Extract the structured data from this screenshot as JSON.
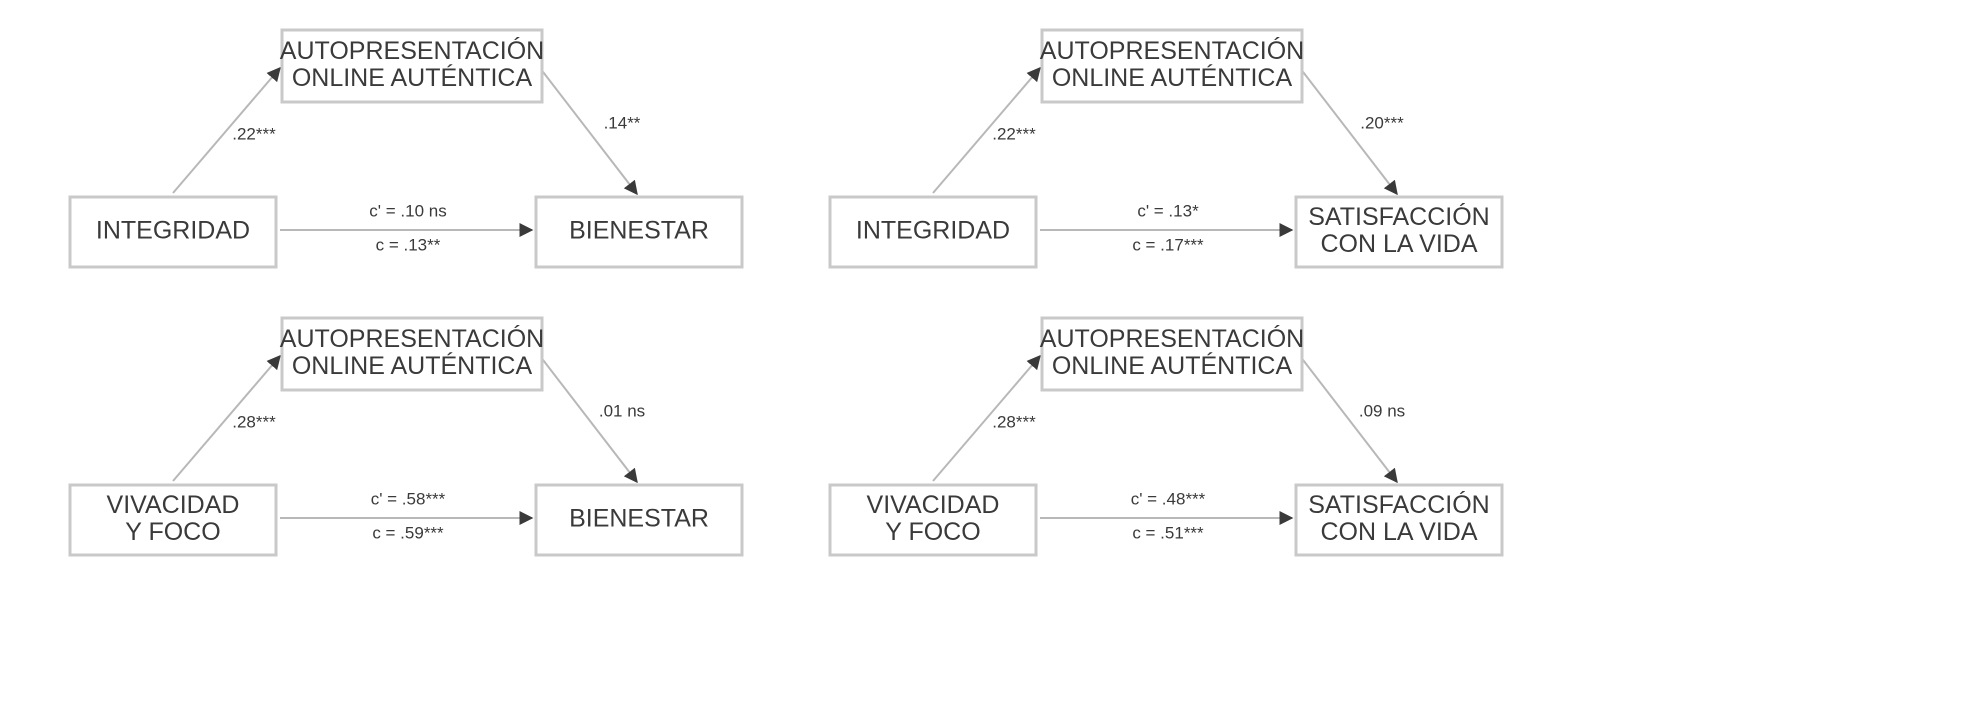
{
  "diagrams": [
    {
      "mediator": [
        "AUTOPRESENTACIÓN",
        "ONLINE AUTÉNTICA"
      ],
      "predictor": [
        "INTEGRIDAD"
      ],
      "outcome": [
        "BIENESTAR"
      ],
      "a_path": ".22***",
      "b_path": ".14**",
      "c_prime": "c' = .10 ns",
      "c_total": "c = .13**"
    },
    {
      "mediator": [
        "AUTOPRESENTACIÓN",
        "ONLINE AUTÉNTICA"
      ],
      "predictor": [
        "INTEGRIDAD"
      ],
      "outcome": [
        "SATISFACCIÓN",
        "CON LA VIDA"
      ],
      "a_path": ".22***",
      "b_path": ".20***",
      "c_prime": "c' = .13*",
      "c_total": "c = .17***"
    },
    {
      "mediator": [
        "AUTOPRESENTACIÓN",
        "ONLINE AUTÉNTICA"
      ],
      "predictor": [
        "VIVACIDAD",
        "Y FOCO"
      ],
      "outcome": [
        "BIENESTAR"
      ],
      "a_path": ".28***",
      "b_path": ".01 ns",
      "c_prime": "c' = .58***",
      "c_total": "c = .59***"
    },
    {
      "mediator": [
        "AUTOPRESENTACIÓN",
        "ONLINE AUTÉNTICA"
      ],
      "predictor": [
        "VIVACIDAD",
        "Y FOCO"
      ],
      "outcome": [
        "SATISFACCIÓN",
        "CON LA VIDA"
      ],
      "a_path": ".28***",
      "b_path": ".09 ns",
      "c_prime": "c' = .48***",
      "c_total": "c = .51***"
    }
  ]
}
